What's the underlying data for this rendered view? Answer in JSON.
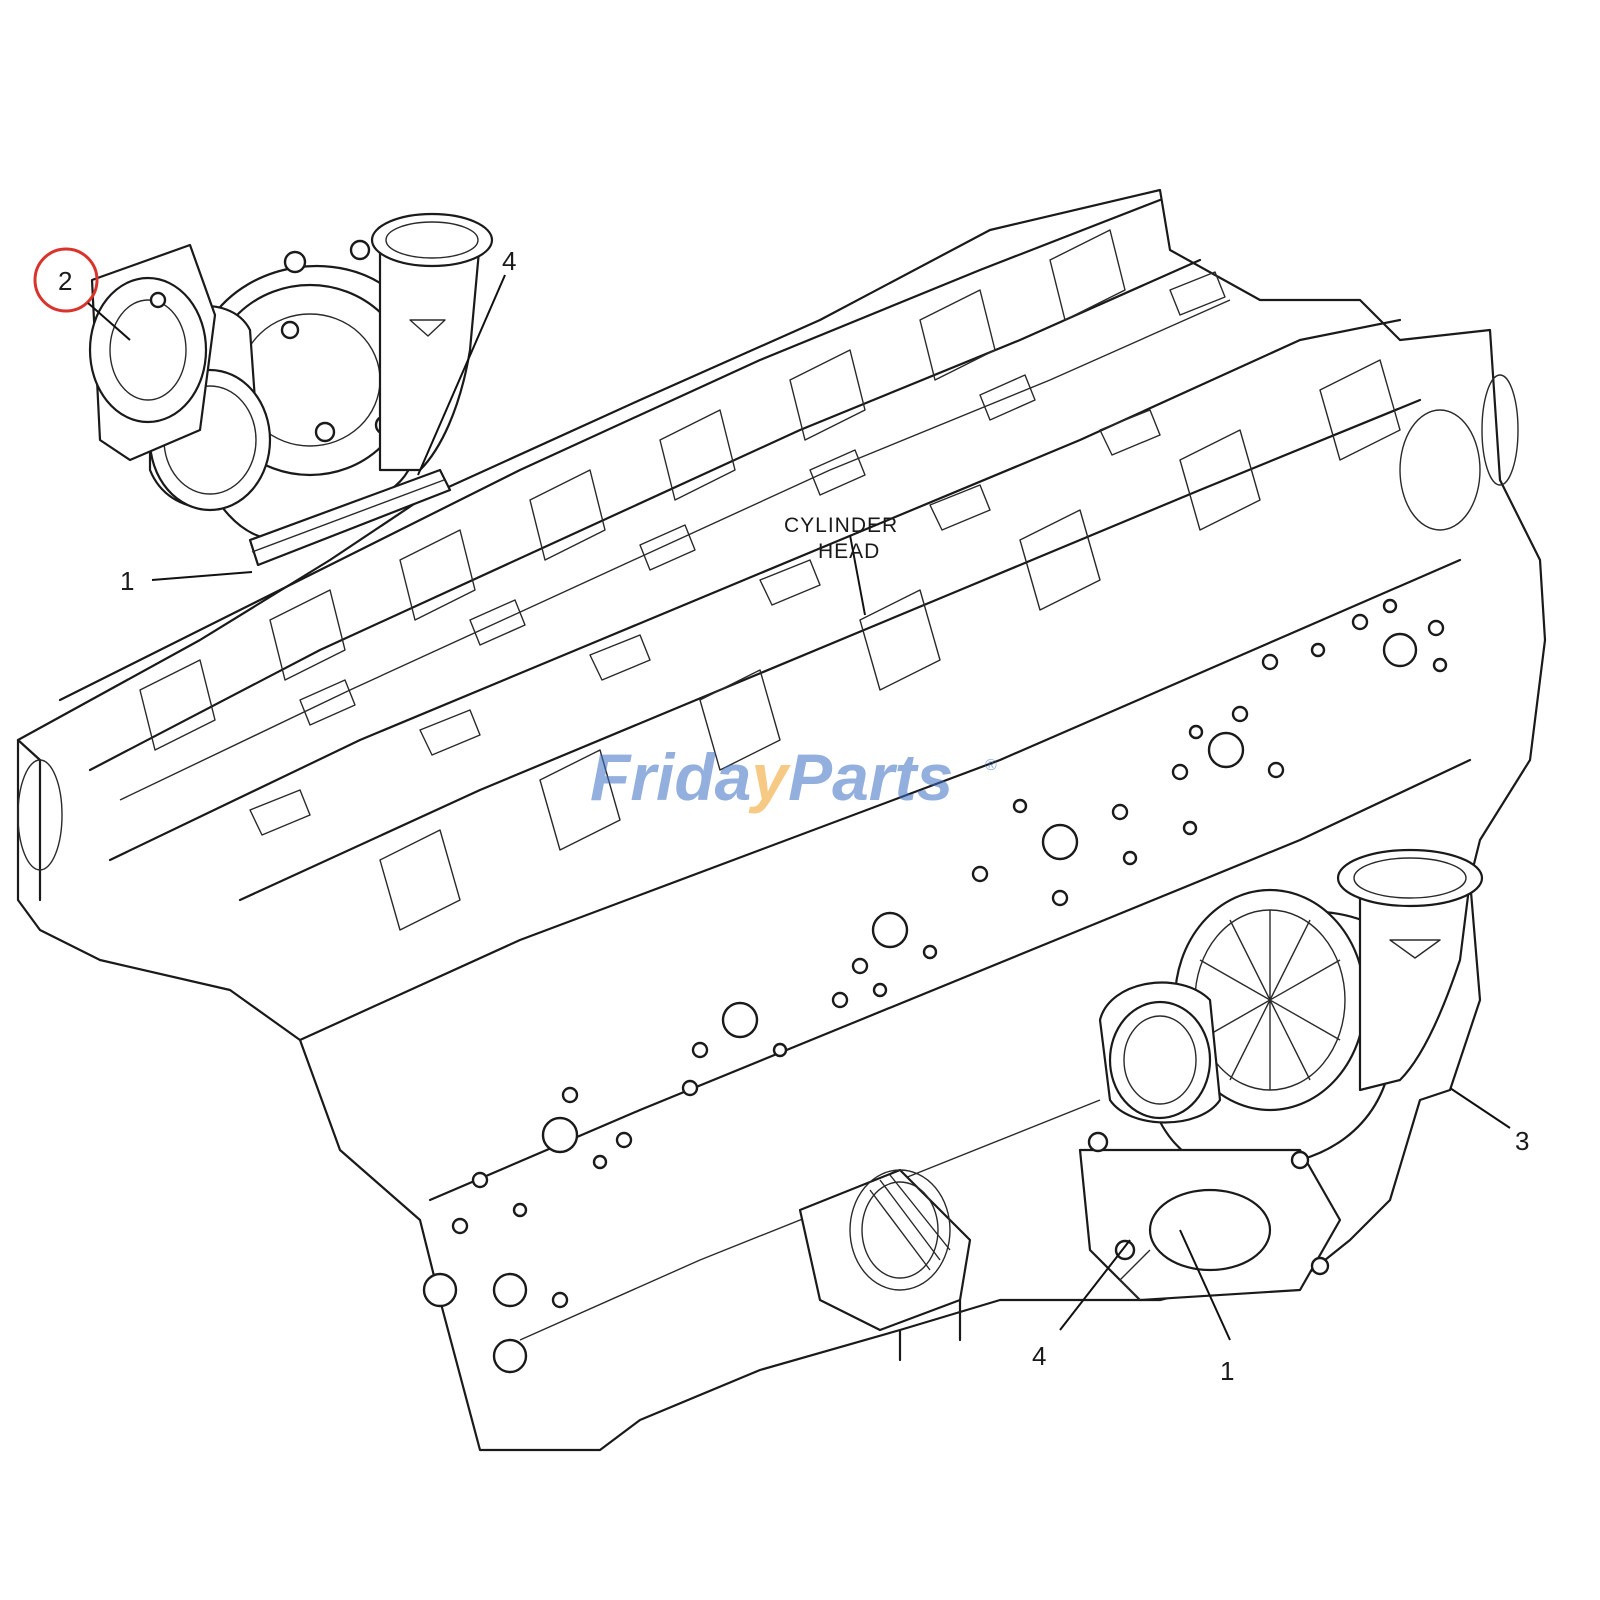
{
  "diagram": {
    "label_cylinder_head_line1": "CYLINDER",
    "label_cylinder_head_line2": "HEAD",
    "callouts": {
      "top_turbo_part": "2",
      "top_turbo_gasket_line": "4",
      "top_turbo_flange": "1",
      "lower_turbo_assembly": "3",
      "lower_turbo_gasket_line": "4",
      "lower_turbo_flange": "1"
    },
    "highlight_color": "#d9342b"
  },
  "watermark": {
    "text_part1": "Frida",
    "text_part2": "y",
    "text_part3": "Parts",
    "registered": "®",
    "color_blue": "#3b6fc4",
    "color_orange": "#f0a020"
  }
}
